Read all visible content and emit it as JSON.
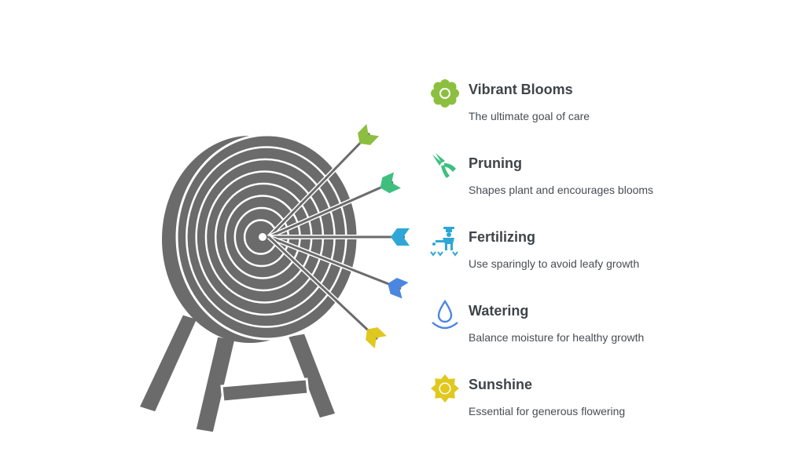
{
  "colors": {
    "target": "#6b6b6b",
    "rings": "#ffffff",
    "shaft": "#6b6b6b"
  },
  "items": [
    {
      "title": "Vibrant Blooms",
      "desc": "The ultimate goal of care",
      "icon": "flower-icon",
      "color": "#8cbf3f"
    },
    {
      "title": "Pruning",
      "desc": "Shapes plant and encourages blooms",
      "icon": "pruning-shears-icon",
      "color": "#3fbf7f"
    },
    {
      "title": "Fertilizing",
      "desc": "Use sparingly to avoid leafy growth",
      "icon": "gardener-planting-icon",
      "color": "#2ea7d8"
    },
    {
      "title": "Watering",
      "desc": "Balance moisture for healthy growth",
      "icon": "water-drop-icon",
      "color": "#4b86e0"
    },
    {
      "title": "Sunshine",
      "desc": "Essential for generous flowering",
      "icon": "sun-icon",
      "color": "#e0c81e"
    }
  ]
}
